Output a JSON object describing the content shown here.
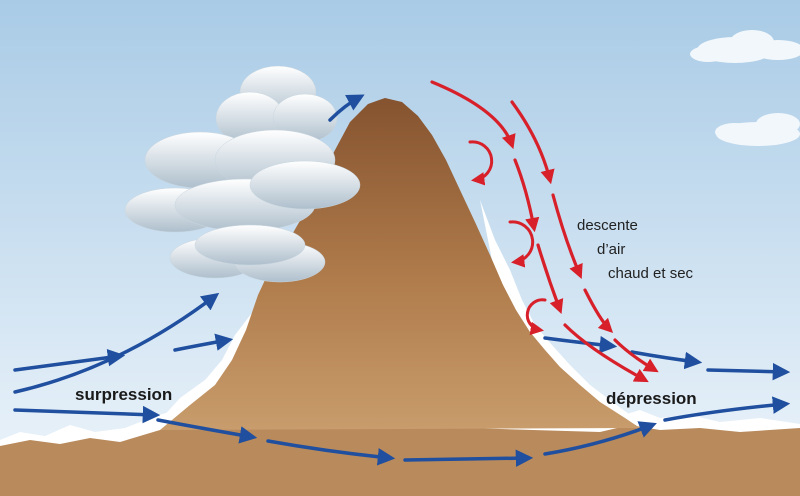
{
  "labels": {
    "surpression": "surpression",
    "depression": "dépression",
    "descent_line1": "descente",
    "descent_line2": "d’air",
    "descent_line3": "chaud et sec"
  },
  "colors": {
    "sky_top": "#a9cbe6",
    "sky_bottom": "#e9f3fa",
    "mountain_top": "#8a5530",
    "mountain_bottom": "#c89a6a",
    "ground": "#b98a5c",
    "snow": "#ffffff",
    "windward_arrow": "#1f4f9e",
    "descent_arrow": "#d8202a",
    "cloud": "#e4edf3"
  },
  "icons": [
    "cloud-icon",
    "wind-arrow-icon",
    "eddy-icon"
  ]
}
